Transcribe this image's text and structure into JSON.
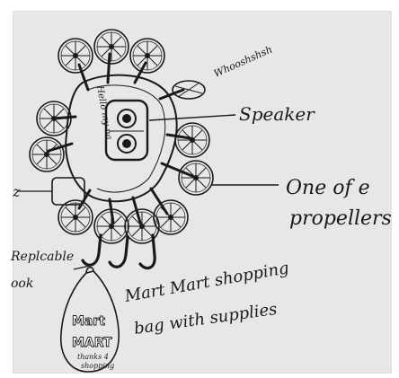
{
  "labels": {
    "sound": "Whooshshsh",
    "speaker": "Speaker",
    "propeller_line1": "One of e",
    "propeller_line2": "propellers",
    "hook_line1": "Replcable",
    "hook_line2": "ook",
    "bag_line1": "Mart Mart shopping",
    "bag_line2": "bag with supplies",
    "body_text": "Hello my na",
    "left_mark": "z"
  },
  "bag_logo": {
    "line1": "Mart",
    "line2": "MART",
    "line3": "thanks 4",
    "line4": "shopping"
  },
  "colors": {
    "ink": "#1a1a1a",
    "paper": "#e9e7e5"
  }
}
